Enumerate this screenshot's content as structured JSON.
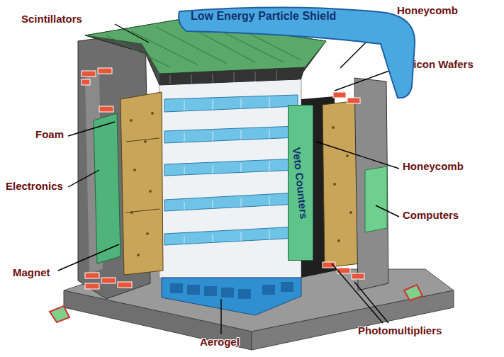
{
  "diagram": {
    "nodes": [
      {
        "text": [
          "Low Energy Particle Shield"
        ]
      },
      {
        "text": [
          "Veto Counters"
        ]
      }
    ],
    "labels": [
      "Scintillators",
      "Honeycomb",
      "Silicon Wafers",
      "Foam",
      "Honeycomb",
      "Electronics",
      "Computers",
      "Magnet",
      "Aerogel",
      "Photomultipliers"
    ]
  }
}
